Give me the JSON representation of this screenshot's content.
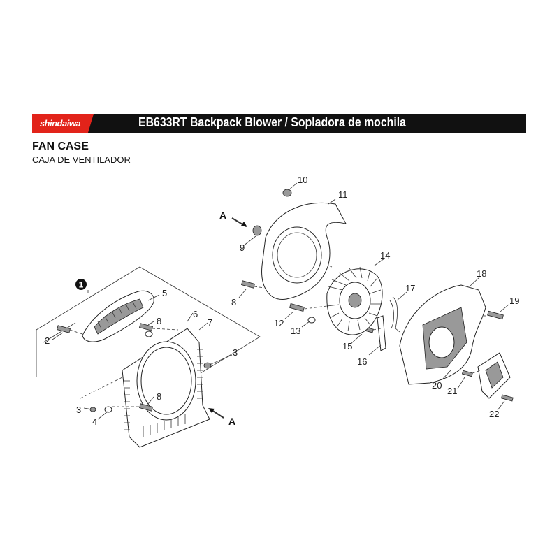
{
  "header": {
    "brand": "shindaiwa",
    "title": "EB633RT Backpack Blower / Sopladora de mochila"
  },
  "section": {
    "title": "FAN CASE",
    "subtitle": "CAJA DE VENTILADOR"
  },
  "callouts": {
    "assembly": "1",
    "c2": "2",
    "c3a": "3",
    "c3b": "3",
    "c4": "4",
    "c5": "5",
    "c6": "6",
    "c7": "7",
    "c8a": "8",
    "c8b": "8",
    "c8c": "8",
    "c9": "9",
    "c10": "10",
    "c11": "11",
    "c12": "12",
    "c13": "13",
    "c14": "14",
    "c15": "15",
    "c16": "16",
    "c17": "17",
    "c18": "18",
    "c19": "19",
    "c20": "20",
    "c21": "21",
    "c22": "22",
    "refA_top": "A",
    "refA_bottom": "A"
  },
  "colors": {
    "brand_red": "#e2231a",
    "header_black": "#111111"
  }
}
